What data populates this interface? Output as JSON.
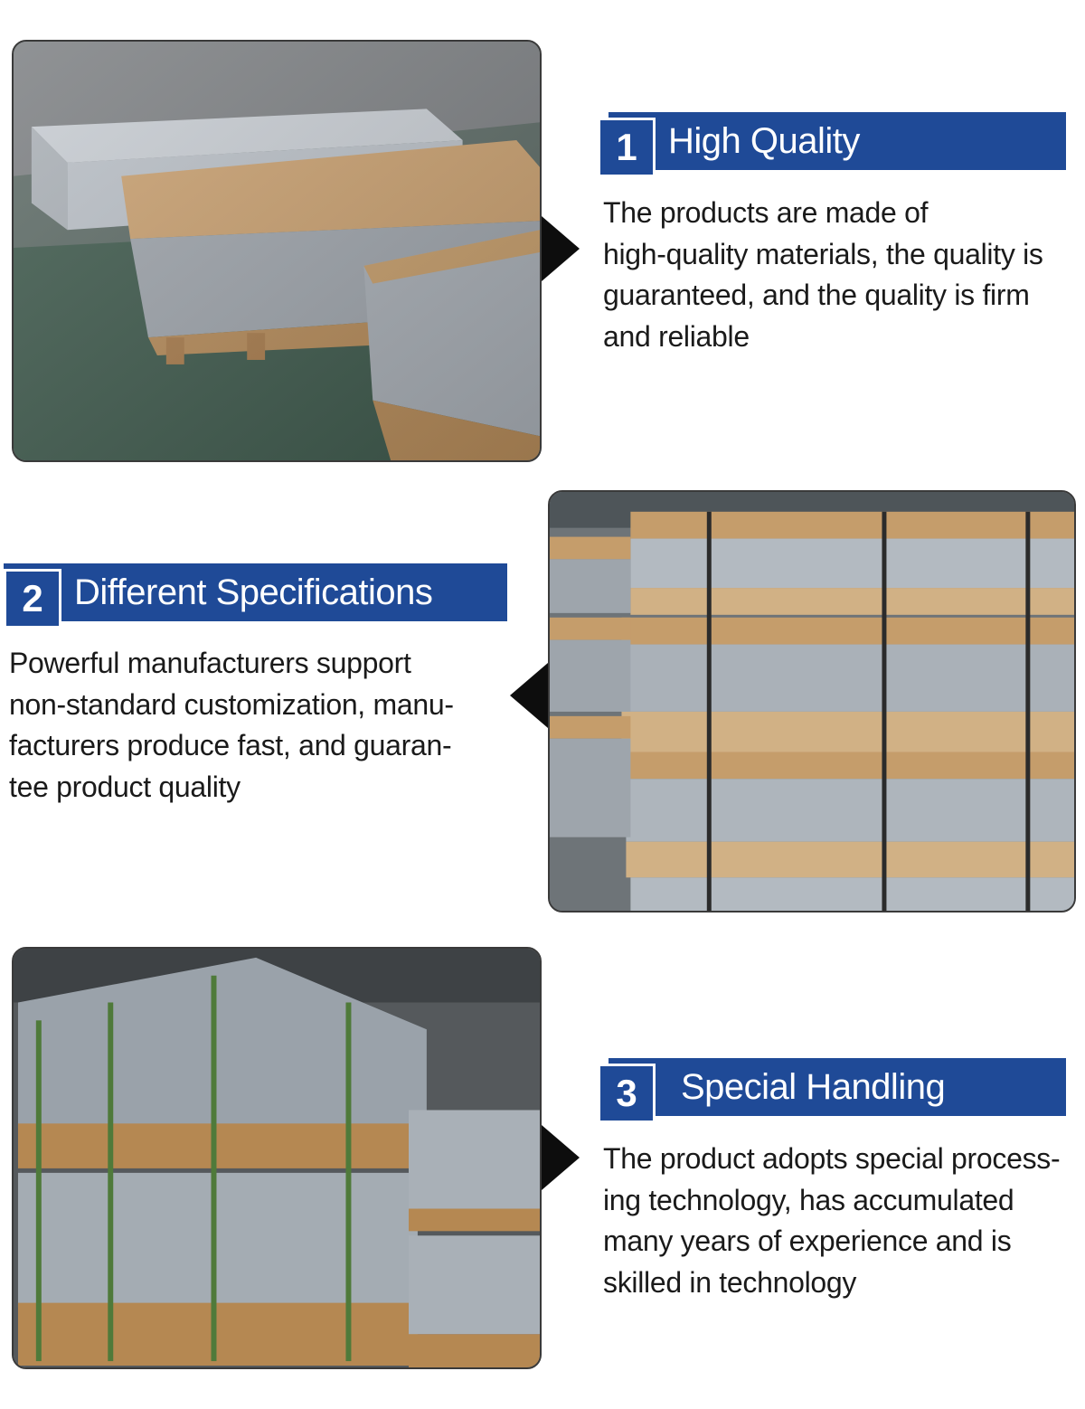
{
  "sections": [
    {
      "number": "1",
      "title": "High Quality",
      "lines": [
        "The products are made of",
        "high-quality materials, the quality is",
        "guaranteed, and the quality is firm",
        "and reliable"
      ]
    },
    {
      "number": "2",
      "title": "Different Specifications",
      "lines": [
        "Powerful manufacturers support",
        "non-standard customization, manu-",
        "facturers produce fast, and guaran-",
        "tee product quality"
      ]
    },
    {
      "number": "3",
      "title": "Special Handling",
      "lines": [
        "The product adopts special process-",
        "ing technology, has accumulated",
        "many years of experience and is",
        "skilled in technology"
      ]
    }
  ],
  "colors": {
    "banner": "#1f4a97",
    "text": "#1a1a1a",
    "pointer": "#0d0d0d"
  }
}
